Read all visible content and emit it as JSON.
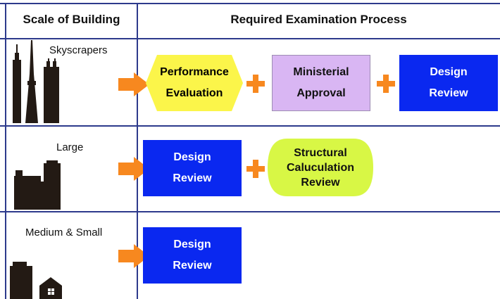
{
  "header": {
    "col1": "Scale of Building",
    "col2": "Required Examination Process"
  },
  "rows": [
    {
      "label": "Skyscrapers",
      "steps": [
        {
          "line1": "Performance",
          "line2": "Evaluation"
        },
        {
          "line1": "Ministerial",
          "line2": "Approval"
        },
        {
          "line1": "Design",
          "line2": "Review"
        }
      ]
    },
    {
      "label": "Large",
      "steps": [
        {
          "line1": "Design",
          "line2": "Review"
        },
        {
          "line1": "Structural",
          "line2": "Caluculation",
          "line3": "Review"
        }
      ]
    },
    {
      "label": "Medium & Small",
      "steps": [
        {
          "line1": "Design",
          "line2": "Review"
        }
      ]
    }
  ],
  "colors": {
    "grid": "#2d3a8c",
    "arrow": "#f7881f",
    "plus": "#f7881f",
    "blue_box": "#0a28f0",
    "yellow_shape": "#fbf54a",
    "purple_box": "#d9b6f3",
    "green_shape": "#d8f745",
    "silhouette": "#231a14"
  },
  "icons": [
    "skyscraper-silhouette",
    "large-building-silhouette",
    "small-building-silhouette",
    "house-icon",
    "arrow-right-icon",
    "plus-icon"
  ]
}
